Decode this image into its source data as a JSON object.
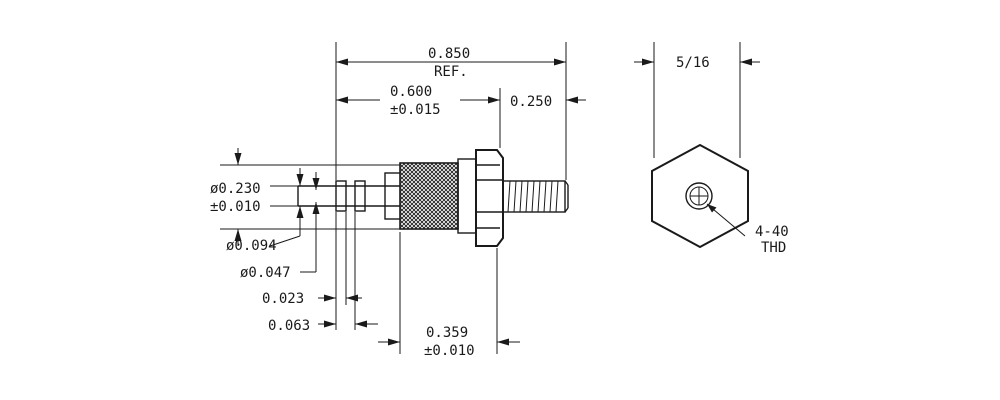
{
  "dimensions": {
    "overall_length": "0.850",
    "overall_ref": "REF.",
    "body_length": "0.600",
    "body_tolerance": "±0.015",
    "stud_length": "0.250",
    "body_diameter": "ø0.230",
    "body_diameter_tolerance": "±0.010",
    "pin_diameter": "ø0.094",
    "tip_diameter": "ø0.047",
    "groove_width": "0.023",
    "groove_offset": "0.063",
    "knurl_length": "0.359",
    "knurl_tolerance": "±0.010",
    "hex_size": "5/16",
    "thread_size": "4-40",
    "thread_label": "THD"
  }
}
